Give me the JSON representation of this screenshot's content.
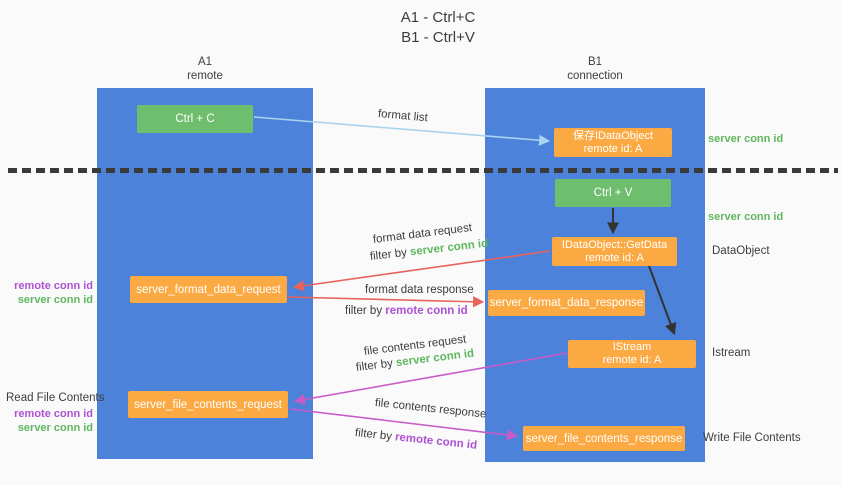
{
  "title": {
    "line1": "A1 - Ctrl+C",
    "line2": "B1 - Ctrl+V"
  },
  "columns": {
    "left": {
      "name": "A1",
      "role": "remote"
    },
    "right": {
      "name": "B1",
      "role": "connection"
    }
  },
  "nodes": {
    "ctrl_c": "Ctrl + C",
    "ctrl_v": "Ctrl + V",
    "save_idataobject": {
      "line1": "保存IDataObject",
      "line2": "remote id: A"
    },
    "idataobject_getdata": {
      "line1": "IDataObject::GetData",
      "line2": "remote id: A"
    },
    "istream": {
      "line1": "IStream",
      "line2": "remote id: A"
    },
    "server_format_data_request": "server_format_data_request",
    "server_format_data_response": "server_format_data_response",
    "server_file_contents_request": "server_file_contents_request",
    "server_file_contents_response": "server_file_contents_response"
  },
  "mid_labels": {
    "format_list": "format list",
    "fdr_title": "format data request",
    "fdr_filter_prefix": "filter by ",
    "fdr_filter_value": "server conn id",
    "fdresp_title": "format data response",
    "fdresp_filter_prefix": "filter by ",
    "fdresp_filter_value": "remote conn id",
    "fcr_title": "file contents request",
    "fcr_filter_prefix": "filter by ",
    "fcr_filter_value": "server conn id",
    "fcresp_title": "file contents response",
    "fcresp_filter_prefix": "filter by ",
    "fcresp_filter_value": "remote conn id"
  },
  "side_labels": {
    "server_conn_id_top": "server conn id",
    "server_conn_id_mid": "server conn id",
    "dataobject": "DataObject",
    "istream": "Istream",
    "write_file_contents": "Write File Contents",
    "read_file_contents": "Read File Contents",
    "remote_conn_id_1": "remote conn id",
    "server_conn_id_1": "server conn id",
    "remote_conn_id_2": "remote conn id",
    "server_conn_id_2": "server conn id"
  },
  "colors": {
    "background": "#fafafa",
    "column_blue": "#4d82da",
    "box_green": "#6ebe6e",
    "box_orange": "#fbaa43",
    "arrow_blue": "#a9d3ee",
    "arrow_red": "#e8635e",
    "arrow_magenta": "#c75bc8",
    "arrow_black": "#333333",
    "text_green": "#5fb65f",
    "text_purple": "#ae52d4",
    "text_dark": "#3d3d3d"
  }
}
